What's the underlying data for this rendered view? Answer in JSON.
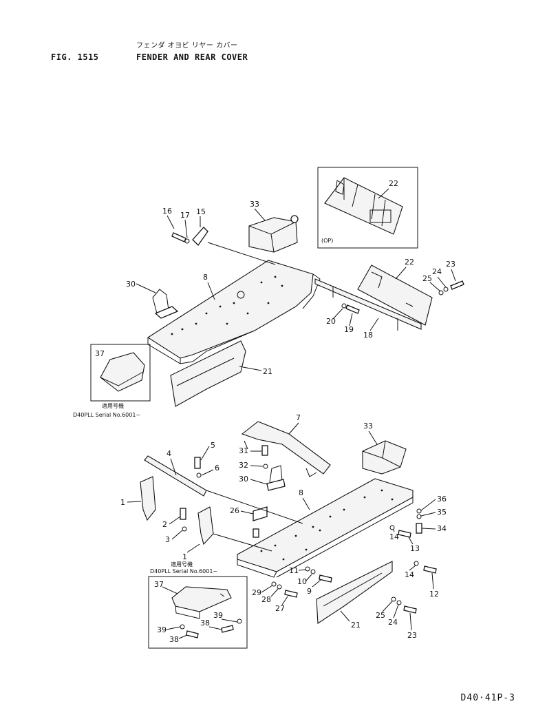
{
  "header": {
    "figure_no": "FIG. 1515",
    "title_jp": "フェンダ オヨビ リヤー カバー",
    "title": "FENDER AND REAR COVER"
  },
  "inset_op": {
    "label": "(OP)",
    "part": "22"
  },
  "inset_upper": {
    "part": "37",
    "note_jp": "適用号機",
    "serial": "D40PLL Serial No.6001~"
  },
  "inset_lower": {
    "note_jp": "適用号機",
    "serial": "D40PLL Serial No.6001~",
    "parts": [
      "37",
      "39",
      "38",
      "39",
      "38"
    ]
  },
  "callouts": {
    "upper": [
      "16",
      "17",
      "15",
      "33",
      "30",
      "8",
      "22",
      "24",
      "23",
      "25",
      "20",
      "19",
      "18",
      "21"
    ],
    "lower": [
      "7",
      "33",
      "5",
      "6",
      "4",
      "31",
      "32",
      "30",
      "8",
      "36",
      "35",
      "34",
      "1",
      "2",
      "3",
      "26",
      "13",
      "14",
      "14",
      "12",
      "1",
      "11",
      "10",
      "9",
      "29",
      "28",
      "27",
      "25",
      "24",
      "23",
      "21"
    ]
  },
  "footer": "D40·41P-3"
}
